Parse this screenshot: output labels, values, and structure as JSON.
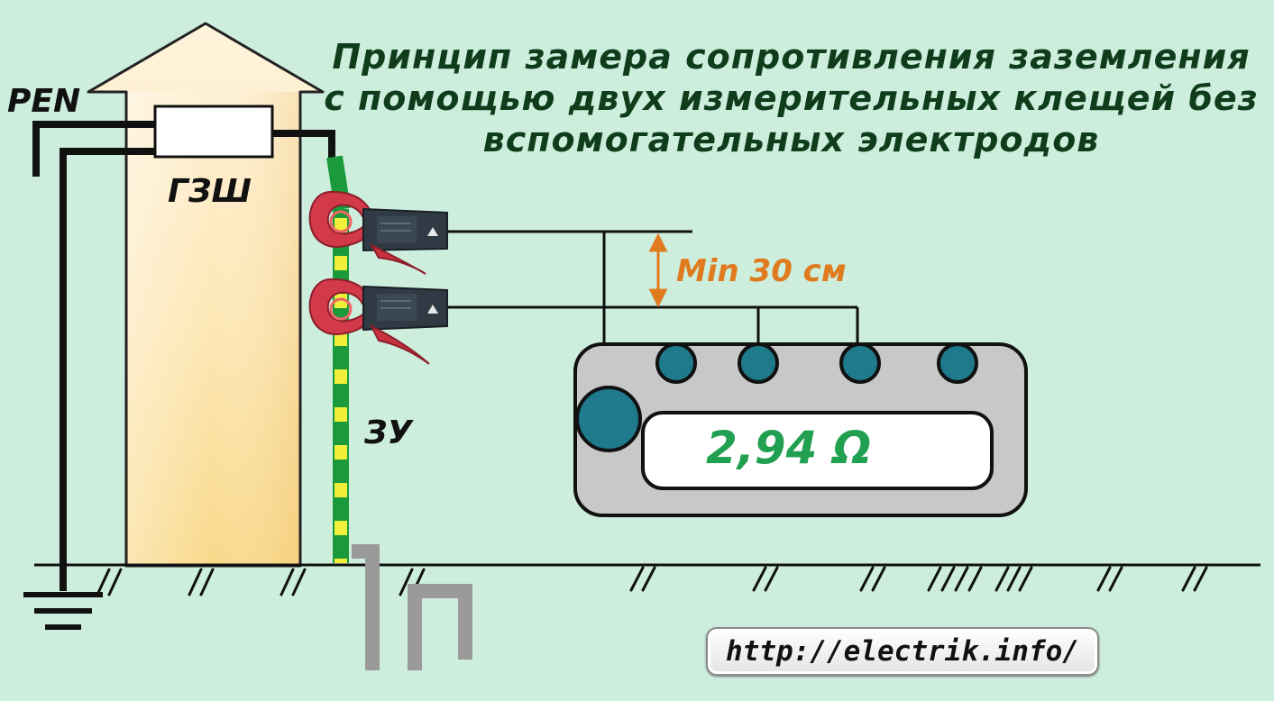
{
  "title": {
    "line1": "Принцип замера сопротивления заземления",
    "line2": "с помощью двух измерительных клещей без",
    "line3": "вспомогательных электродов"
  },
  "labels": {
    "pen": "PEN",
    "gzsh": "ГЗШ",
    "zu": "ЗУ",
    "min_distance": "Min 30 см"
  },
  "meter": {
    "reading": "2,94 Ω"
  },
  "website": {
    "url": "http://electrik.info/"
  },
  "colors": {
    "background": "#cdeedd",
    "building": "#fde7b4",
    "title_text": "#0f3d1c",
    "distance_marker": "#e07a1e",
    "reading_text": "#20a050",
    "clamp_red": "#d23a4a",
    "clamp_body": "#2f3a44",
    "knob": "#1f7a8c",
    "meter_body": "#c8c8c8",
    "ground_conductor_green": "#1a9a3a",
    "ground_conductor_yellow": "#f2ef3a"
  }
}
